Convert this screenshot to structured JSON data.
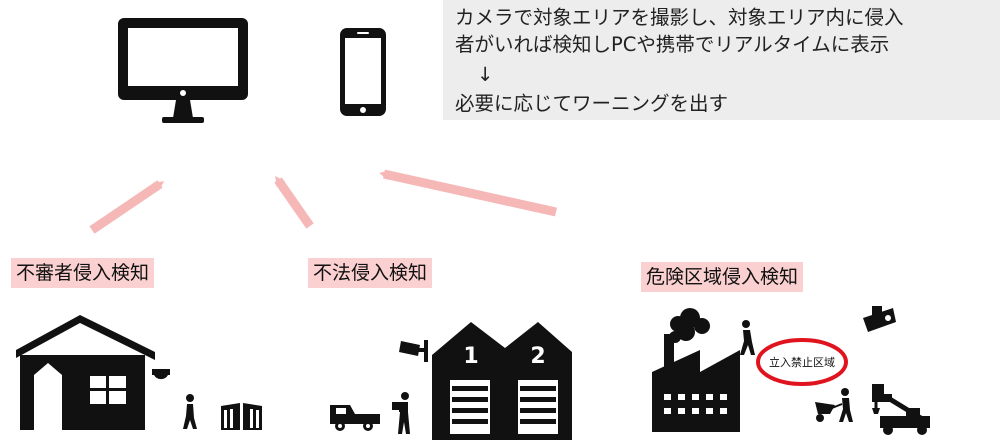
{
  "description": {
    "line1": "カメラで対象エリアを撮影し、対象エリア内に侵入",
    "line2": "者がいれば検知しPCや携帯でリアルタイムに表示",
    "line3": "↓",
    "line4": "必要に応じてワーニングを出す"
  },
  "labels": {
    "intruder": "不審者侵入検知",
    "illegal": "不法侵入検知",
    "danger": "危険区域侵入検知"
  },
  "warehouse": {
    "door1": "1",
    "door2": "2"
  },
  "sign": {
    "text": "立入禁止区域"
  },
  "colors": {
    "arrow": "#f6b7b7",
    "label_bg": "#fbd0d0",
    "sign_ring": "#e0141e"
  }
}
